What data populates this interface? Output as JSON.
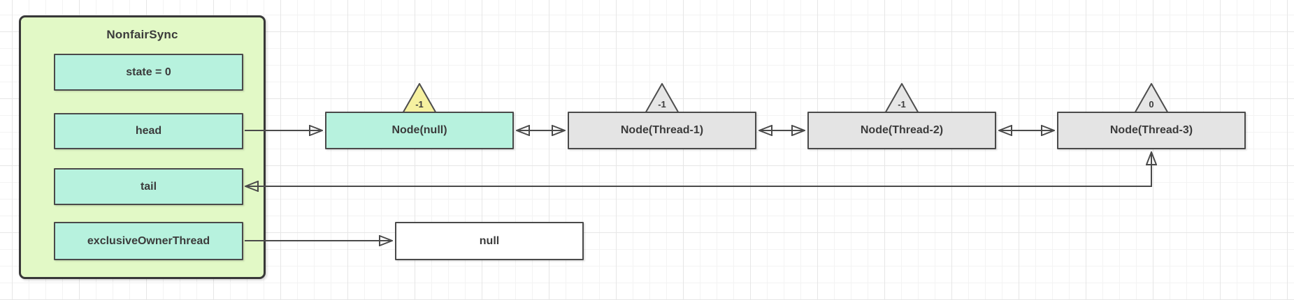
{
  "sync": {
    "title": "NonfairSync",
    "fields": [
      {
        "label": "state = 0"
      },
      {
        "label": "head"
      },
      {
        "label": "tail"
      },
      {
        "label": "exclusiveOwnerThread"
      }
    ]
  },
  "queue": {
    "nodes": [
      {
        "label": "Node(null)",
        "wait_status": "-1"
      },
      {
        "label": "Node(Thread-1)",
        "wait_status": "-1"
      },
      {
        "label": "Node(Thread-2)",
        "wait_status": "-1"
      },
      {
        "label": "Node(Thread-3)",
        "wait_status": "0"
      }
    ]
  },
  "owner": {
    "label": "null"
  },
  "colors": {
    "panel_fill": "#e2f9c6",
    "field_fill": "#b7f2de",
    "head_node_fill": "#b7f2de",
    "queued_node_fill": "#e4e4e4",
    "signal_badge_fill": "#f6f1a0",
    "default_badge_fill": "#e6e6e6",
    "owner_box_fill": "#ffffff",
    "border": "#4a4a4a",
    "text": "#3b3b3b"
  }
}
